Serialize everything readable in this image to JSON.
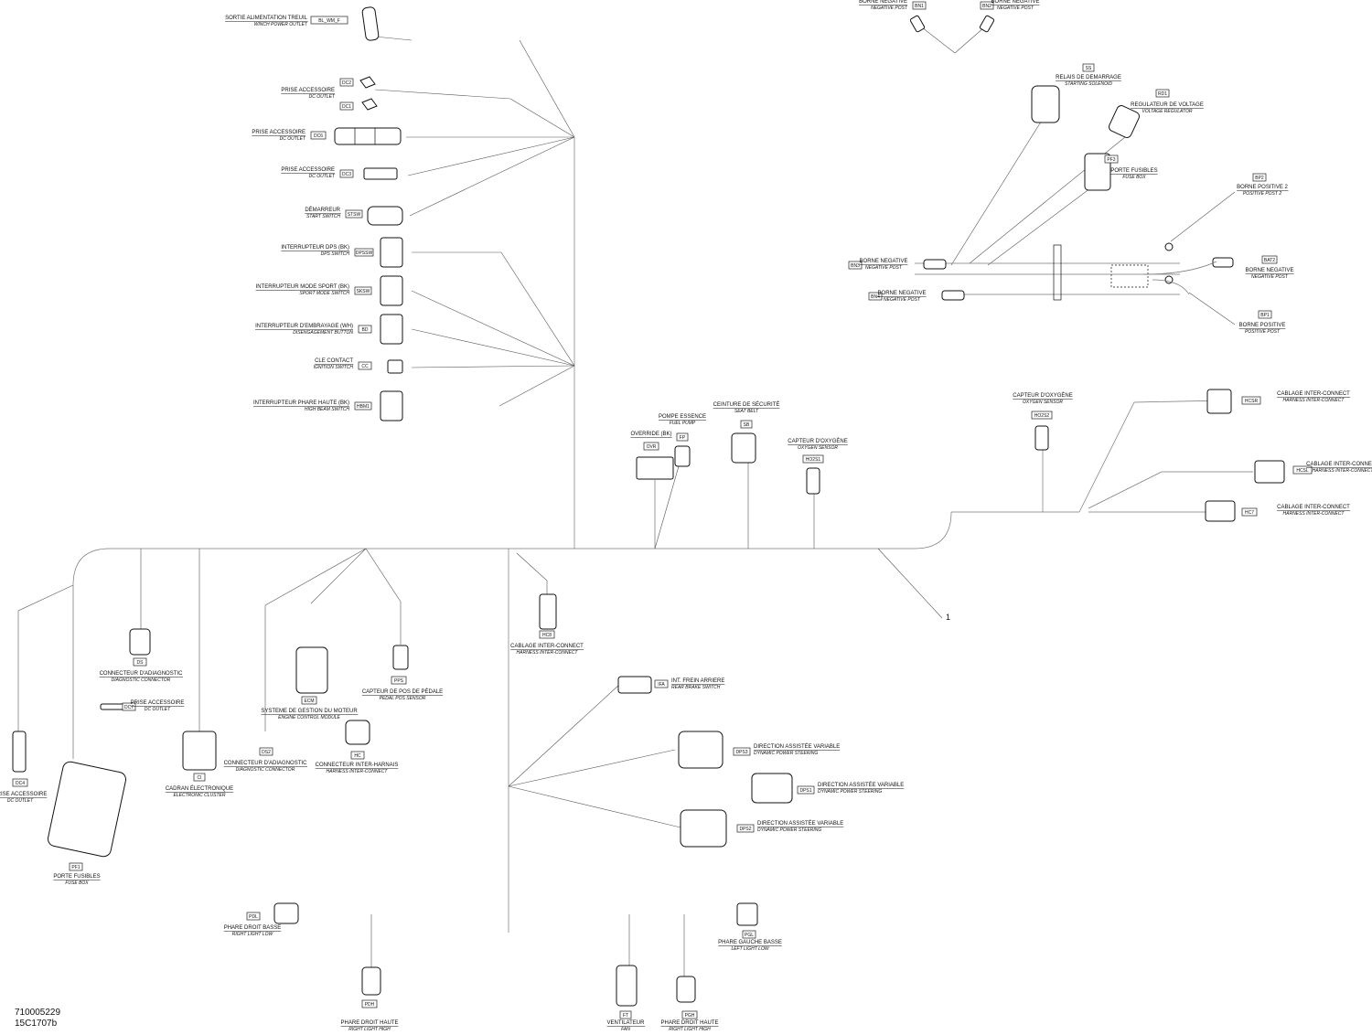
{
  "footer": {
    "doc_number": "710005229",
    "drawing_ref": "15C1707b"
  },
  "callout": "1",
  "components": [
    {
      "id": "winch",
      "code": "BL_WM_F",
      "fr": "SORTIE ALIMENTATION TREUIL",
      "en": "WINCH POWER OUTLET"
    },
    {
      "id": "dc2",
      "code": "DC2",
      "fr": "PRISE ACCESSOIRE",
      "en": "DC OUTLET"
    },
    {
      "id": "dc1",
      "code": "DC1",
      "fr": "",
      "en": "DC OUTLET"
    },
    {
      "id": "dc6",
      "code": "DC6",
      "fr": "PRISE ACCESSOIRE",
      "en": "DC OUTLET"
    },
    {
      "id": "dc3",
      "code": "DC3",
      "fr": "PRISE ACCESSOIRE",
      "en": "DC OUTLET"
    },
    {
      "id": "stsw",
      "code": "STSW",
      "fr": "DÉMARREUR",
      "en": "START SWITCH"
    },
    {
      "id": "dpssw",
      "code": "DPSSW",
      "fr": "INTERRUPTEUR DPS (BK)",
      "en": "DPS SWITCH"
    },
    {
      "id": "sksw",
      "code": "SKSW",
      "fr": "INTERRUPTEUR MODE SPORT (BK)",
      "en": "SPORT MODE SWITCH"
    },
    {
      "id": "bd",
      "code": "BD",
      "fr": "INTERRUPTEUR D'EMBRAYAGE (WH)",
      "en": "DISENGAGEMENT BUTTON"
    },
    {
      "id": "cc",
      "code": "CC",
      "fr": "CLE CONTACT",
      "en": "IGNITION SWITCH"
    },
    {
      "id": "hbm1",
      "code": "HBM1",
      "fr": "INTERRUPTEUR PHARE HAUTE (BK)",
      "en": "HIGH BEAM SWITCH"
    },
    {
      "id": "bn1",
      "code": "BN1",
      "fr": "BORNE NEGATIVE",
      "en": "NEGATIVE POST"
    },
    {
      "id": "bn2",
      "code": "BN2",
      "fr": "BORNE NEGATIVE",
      "en": "NEGATIVE POST"
    },
    {
      "id": "ss",
      "code": "SS",
      "fr": "RELAIS DE DEMARRAGE",
      "en": "STARTING SOLENOID"
    },
    {
      "id": "rd1",
      "code": "RD1",
      "fr": "REGULATEUR DE VOLTAGE",
      "en": "VOLTAGE REGULATOR"
    },
    {
      "id": "pf3",
      "code": "PF3",
      "fr": "PORTE FUSIBLES",
      "en": "FUSE BOX"
    },
    {
      "id": "bp2",
      "code": "BP2",
      "fr": "BORNE POSITIVE 2",
      "en": "POSITIVE POST 2"
    },
    {
      "id": "bn3",
      "code": "BN3",
      "fr": "BORNE NEGATIVE",
      "en": "NEGATIVE POST"
    },
    {
      "id": "bat2",
      "code": "BAT2",
      "fr": "BORNE NEGATIVE",
      "en": "NEGATIVE POST"
    },
    {
      "id": "bn4",
      "code": "BN4",
      "fr": "BORNE NEGATIVE",
      "en": "NEGATIVE POST"
    },
    {
      "id": "bp1",
      "code": "BP1",
      "fr": "BORNE POSITIVE",
      "en": "POSITIVE POST"
    },
    {
      "id": "hcsr",
      "code": "HCSR",
      "fr": "CABLAGE INTER-CONNECT",
      "en": "HARNESS INTER-CONNECT"
    },
    {
      "id": "hcsl",
      "code": "HCSL",
      "fr": "CABLAGE INTER-CONNECT",
      "en": "HARNESS INTER-CONNECT"
    },
    {
      "id": "hc7",
      "code": "HC7",
      "fr": "CABLAGE INTER-CONNECT",
      "en": "HARNESS INTER-CONNECT"
    },
    {
      "id": "ho2s2",
      "code": "HO2S2",
      "fr": "CAPTEUR D'OXYGÈNE",
      "en": "OXYGEN SENSOR"
    },
    {
      "id": "ovr",
      "code": "OVR",
      "fr": "OVERRIDE (BK)",
      "en": ""
    },
    {
      "id": "fp",
      "code": "FP",
      "fr": "POMPE ESSENCE",
      "en": "FUEL PUMP"
    },
    {
      "id": "sb",
      "code": "SB",
      "fr": "CEINTURE DE SÉCURITÉ",
      "en": "SEAT BELT"
    },
    {
      "id": "ho2s1",
      "code": "HO2S1",
      "fr": "CAPTEUR D'OXYGÈNE",
      "en": "OXYGEN SENSOR"
    },
    {
      "id": "hc8",
      "code": "HC8",
      "fr": "CABLAGE INTER-CONNECT",
      "en": "HARNESS INTER-CONNECT"
    },
    {
      "id": "ds",
      "code": "DS",
      "fr": "CONNECTEUR D'ADIAGNOSTIC",
      "en": "DIAGNOSTIC CONNECTOR"
    },
    {
      "id": "dc7",
      "code": "DC7",
      "fr": "PRISE ACCESSOIRE",
      "en": "DC OUTLET"
    },
    {
      "id": "dc4",
      "code": "DC4",
      "fr": "PRISE ACCESSOIRE",
      "en": "DC OUTLET"
    },
    {
      "id": "pf1",
      "code": "PF1",
      "fr": "PORTE FUSIBLES",
      "en": "FUSE BOX"
    },
    {
      "id": "ci",
      "code": "CI",
      "fr": "CADRAN ÉLECTRONIQUE",
      "en": "ELECTRONIC CLUSTER"
    },
    {
      "id": "ds2",
      "code": "DS2",
      "fr": "CONNECTEUR D'ADIAGNOSTIC",
      "en": "DIAGNOSTIC CONNECTOR"
    },
    {
      "id": "ecm",
      "code": "ECM",
      "fr": "SYSTEME DE GESTION DU MOTEUR",
      "en": "ENGINE CONTROL MODULE"
    },
    {
      "id": "hc",
      "code": "HC",
      "fr": "CONNECTEUR INTER-HARNAIS",
      "en": "HARNESS INTER-CONNECT"
    },
    {
      "id": "pps",
      "code": "PPS",
      "fr": "CAPTEUR DE POS DE PÉDALE",
      "en": "PEDAL POS SENSOR"
    },
    {
      "id": "ifa",
      "code": "IFA",
      "fr": "INT. FREIN ARRIERE",
      "en": "REAR BRAKE SWITCH"
    },
    {
      "id": "dps3",
      "code": "DPS3",
      "fr": "DIRECTION ASSISTÉE VARIABLE",
      "en": "DYNAMIC POWER STEERING"
    },
    {
      "id": "dps1",
      "code": "DPS1",
      "fr": "DIRECTION ASSISTÉE VARIABLE",
      "en": "DYNAMIC POWER STEERING"
    },
    {
      "id": "dps2",
      "code": "DPS2",
      "fr": "DIRECTION ASSISTÉE VARIABLE",
      "en": "DYNAMIC POWER STEERING"
    },
    {
      "id": "pdl",
      "code": "PDL",
      "fr": "PHARE DROIT BASSE",
      "en": "RIGHT LIGHT LOW"
    },
    {
      "id": "pdh",
      "code": "PDH",
      "fr": "PHARE DROIT HAUTE",
      "en": "RIGHT LIGHT HIGH"
    },
    {
      "id": "ft",
      "code": "FT",
      "fr": "VENTILATEUR",
      "en": "FAN"
    },
    {
      "id": "pgh",
      "code": "PGH",
      "fr": "PHARE DROIT HAUTE",
      "en": "RIGHT LIGHT HIGH"
    },
    {
      "id": "pgl",
      "code": "PGL",
      "fr": "PHARE GAUCHE BASSE",
      "en": "LEFT LIGHT LOW"
    }
  ]
}
